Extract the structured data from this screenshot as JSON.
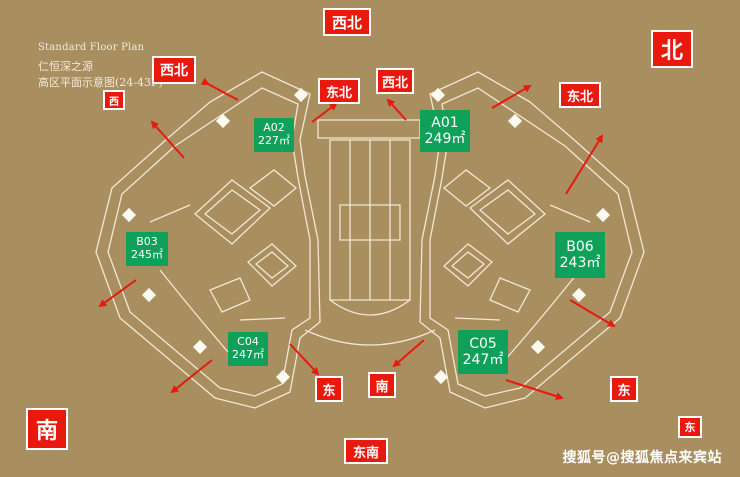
{
  "title": {
    "en": "Standard Floor Plan",
    "cn_line1": "仁恒深之源",
    "cn_line2": "高区平面示意图(24-43F)"
  },
  "directions": {
    "north_big": "北",
    "south_big": "南",
    "northwest_top": "西北",
    "northwest_left": "西北",
    "northwest_center": "西北",
    "west": "西",
    "northeast_center": "东北",
    "northeast_right": "东北",
    "east_bottom_left": "东",
    "east_bottom_right": "东",
    "east_small": "东",
    "south_center": "南",
    "southeast": "东南"
  },
  "units": [
    {
      "id": "A02",
      "area": "227㎡"
    },
    {
      "id": "A01",
      "area": "249㎡"
    },
    {
      "id": "B03",
      "area": "245㎡"
    },
    {
      "id": "B06",
      "area": "243㎡"
    },
    {
      "id": "C04",
      "area": "247㎡"
    },
    {
      "id": "C05",
      "area": "247㎡"
    }
  ],
  "watermark": "搜狐号@搜狐焦点来宾站",
  "colors": {
    "background": "#a98e60",
    "wall": "#f1e8d4",
    "direction_tag": "#e8190f",
    "unit_label": "#0fa159",
    "arrow": "#e8190f"
  }
}
